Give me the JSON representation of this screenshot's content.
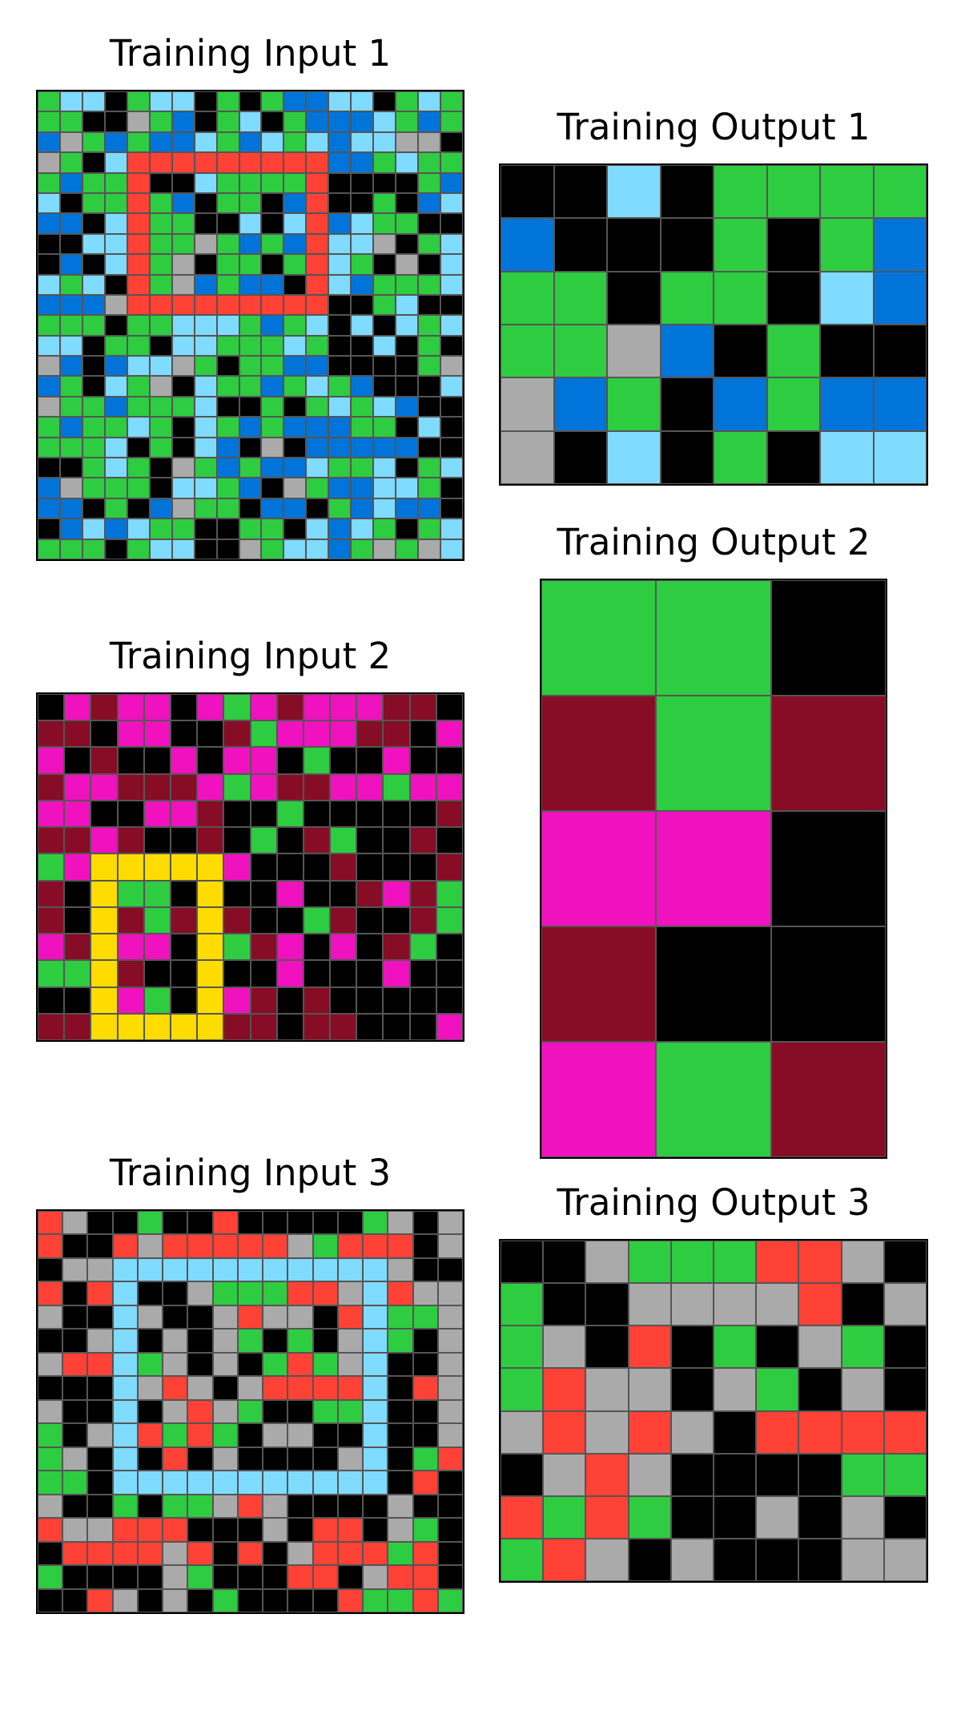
{
  "palette": {
    "K": "#000000",
    "B": "#0074d9",
    "G": "#2ecc40",
    "A": "#aaaaaa",
    "C": "#7fdbff",
    "R": "#ff4136",
    "M": "#f012be",
    "D": "#870c25",
    "Y": "#ffdc00"
  },
  "panels": [
    {
      "id": "training-input-1",
      "title": "Training Input 1",
      "rows": [
        "GCCKGCCKGKGBBCCKGCG",
        "GGKKAGBKGCKGBBBCGBG",
        "BAGBGBBCGBCGCBCCAAK",
        "AGKCRRRRRRRRRBBGCGG",
        "GBGGRKKCGGGGRKKKKGB",
        "CKGGRGBKGGKBRKKGKBC",
        "BBKCRGGKKCKCRBCGGKK",
        "KKCCRGGAGBGBRCCAKGC",
        "KBKCRGAKGGKGRCGKAKC",
        "CGCKRGABGBBKRCBGGGC",
        "BBBARRRRRRRRRKKGCKK",
        "GGGKGGCCCGBGCKCKCGC",
        "CCKGGKCCGGGCGKKCKGK",
        "ABKBCCAGKGGBBKKKKGA",
        "BGKCGAKCGGBGCGBKKKC",
        "AGGBGGGCKKGKGCGCBKK",
        "GBGGCGKCGBGBBBGGKCK",
        "GGGCKGKCBKAKBBBBBKK",
        "KKGCGKAGBGBBCGGCKGC",
        "BAGGGKCCGBKAGBBCCGK",
        "BBKGKBAGGKBBKGBCBBK",
        "KBCBCGGKKGGKCBCGKGC",
        "GGGKGCCKKAGCCBGAGAC"
      ]
    },
    {
      "id": "training-output-1",
      "title": "Training Output 1",
      "rows": [
        "KKCKGGGG",
        "BKKKGKGB",
        "GGKGGKCB",
        "GGABKGKK",
        "ABGKBGBB",
        "AKCKGKCC"
      ]
    },
    {
      "id": "training-input-2",
      "title": "Training Input 2",
      "rows": [
        "KMDMMKMGMDMMMDDK",
        "DDKMMKKDGMMMDDKM",
        "MKDKKMKMMKGKKMKK",
        "DMMDDDMGMDDMMGMM",
        "MMKKMMDKKGKKKKKD",
        "DDMDKKDKGKDGKKDK",
        "GMYYYYYMKKKDKKKD",
        "DKYGGKYKKMKKDMDG",
        "DKYDGDYDKKGDKKDG",
        "MDYMMKYGDMKMKDGK",
        "GGYDKKYKKMKKKMKK",
        "KKYMGKYMDKDKKKKK",
        "DDYYYYYDDKDDKKKM"
      ]
    },
    {
      "id": "training-output-2",
      "title": "Training Output 2",
      "rows": [
        "GGK",
        "DGD",
        "MMK",
        "DKK",
        "MGD"
      ]
    },
    {
      "id": "training-input-3",
      "title": "Training Input 3",
      "rows": [
        "RAKKGKKRKKKKKGAKA",
        "RKKRARRRRRAGRRRKA",
        "KAACCCCCCCCCCCAKK",
        "RKRCKKAGGGRRACRAA",
        "AKKCAKKARAAKRCGGA",
        "KKACKAKAGKGKACGKA",
        "ARRCGAKAKGRGACKKA",
        "KKKCARAKARRRRCKRA",
        "AKKCKARAGKKGGCKKA",
        "GKACRGRGKAAKKCKKA",
        "GAKCKRKAKKKKACKGR",
        "GGKCCCCCCCCCCCKRK",
        "AKKGKGGARAKKKKAKK",
        "RAARRRKKKAKRRKAGK",
        "KRRRRARKRKARRRGRK",
        "GKKKKAGKKKRRKARRK",
        "KKRAKAKGKKKKRGGRG"
      ]
    },
    {
      "id": "training-output-3",
      "title": "Training Output 3",
      "rows": [
        "KKAGGGRRAK",
        "GKKAAAARKA",
        "GAKRKGKAGK",
        "GRAAKAGKAK",
        "ARARAKRRRR",
        "KARAKKKKGG",
        "RGRGKKAKAK",
        "GRAKAKKKAA"
      ]
    }
  ]
}
